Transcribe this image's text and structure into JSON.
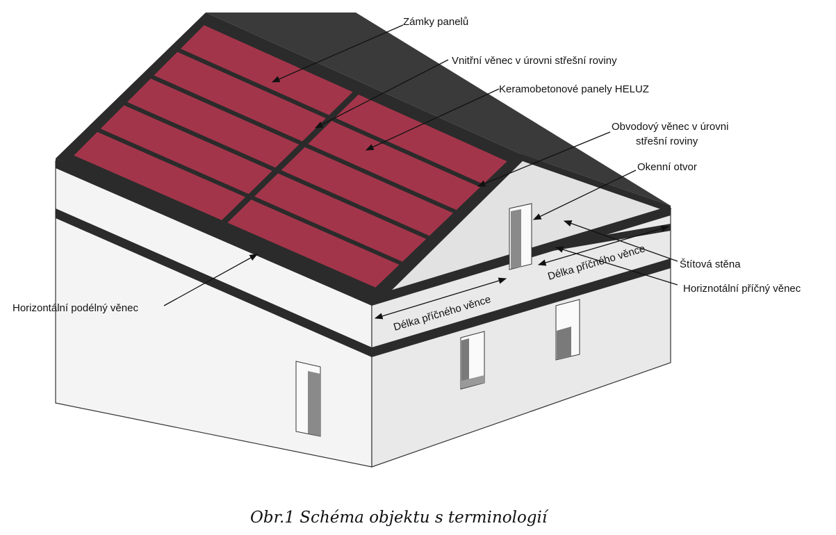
{
  "figure": {
    "caption": "Obr.1 Schéma objektu  s terminologií"
  },
  "labels": {
    "panel_locks": "Zámky panelů",
    "inner_ring_beam": "Vnitřní věnec v úrovni střešní roviny",
    "panels": "Keramobetonové panely HELUZ",
    "perimeter_ring_beam_line1": "Obvodový věnec v úrovni",
    "perimeter_ring_beam_line2": "střešní roviny",
    "window_opening": "Okenní otvor",
    "gable_wall": "Štítová stěna",
    "horizontal_transverse_beam": "Horiznotální příčný věnec",
    "horizontal_longitudinal_beam": "Horizontální podélný věnec",
    "transverse_length_front": "Délka příčného věnce",
    "transverse_length_gable": "Délka příčného věnce"
  },
  "colors": {
    "panel_fill": "#a3354a",
    "beam_dark": "#2b2b2b",
    "wall_light": "#f2f2f2",
    "wall_gable": "#e6e6e6",
    "wall_shade": "#d4d4d4",
    "opening_dark": "#7a7a7a"
  }
}
